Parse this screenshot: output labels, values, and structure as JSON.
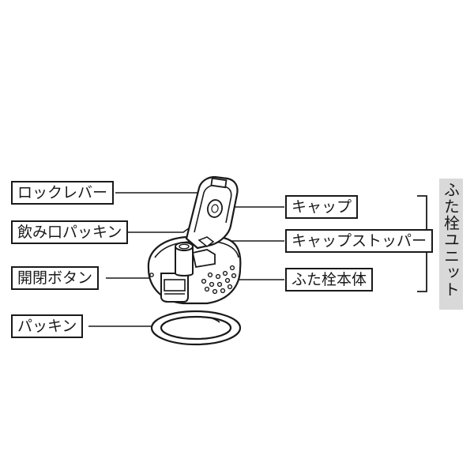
{
  "labels": {
    "lock_lever": "ロックレバー",
    "mouthpiece_packing": "飲み口パッキン",
    "open_close_button": "開閉ボタン",
    "packing": "パッキン",
    "cap": "キャップ",
    "cap_stopper": "キャップストッパー",
    "lid_plug_body": "ふた栓本体"
  },
  "unit_label": "ふた栓ユニット",
  "colors": {
    "line": "#1a1a1a",
    "unit_background": "#d9d9d9"
  }
}
